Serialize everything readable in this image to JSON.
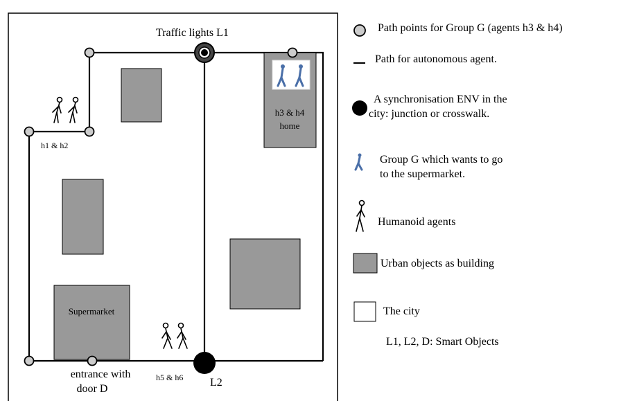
{
  "map": {
    "traffic_lights_label": "Traffic lights L1",
    "l2_label": "L2",
    "h1_h2_label": "h1 & h2",
    "h5_h6_label": "h5 & h6",
    "home_label_line1": "h3 & h4",
    "home_label_line2": "home",
    "supermarket_label": "Supermarket",
    "entrance_line1": "entrance with",
    "entrance_line2": "door D"
  },
  "legend": {
    "path_points": "Path points for Group G (agents h3 & h4)",
    "path_autonomous": "Path for autonomous agent.",
    "sync_line1": "A synchronisation ENV in the",
    "sync_line2": "city: junction or crosswalk.",
    "group_line1": "Group G which wants to go",
    "group_line2": "to the supermarket.",
    "humanoid": "Humanoid agents",
    "urban": "Urban objects as building",
    "city": "The city",
    "smart": "L1, L2, D: Smart Objects"
  },
  "colors": {
    "building": "#999999",
    "path_point": "#cccccc",
    "sync_env": "#000000",
    "traffic_light_ring": "#444444",
    "group_figure": "#4a6fa8"
  }
}
